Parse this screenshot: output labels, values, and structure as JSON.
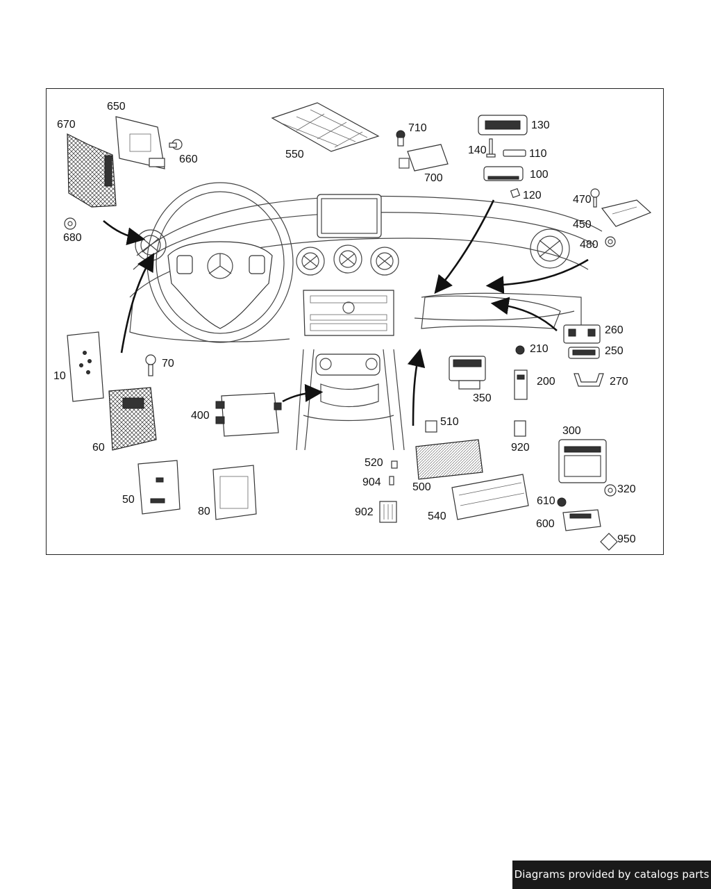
{
  "diagram": {
    "callouts": [
      "650",
      "670",
      "660",
      "680",
      "550",
      "710",
      "700",
      "130",
      "140",
      "110",
      "100",
      "120",
      "470",
      "450",
      "480",
      "10",
      "70",
      "60",
      "50",
      "80",
      "400",
      "510",
      "520",
      "904",
      "902",
      "500",
      "540",
      "350",
      "210",
      "200",
      "920",
      "260",
      "250",
      "270",
      "300",
      "320",
      "610",
      "600",
      "950"
    ]
  },
  "footer": {
    "credit": "Diagrams provided by catalogs parts"
  }
}
